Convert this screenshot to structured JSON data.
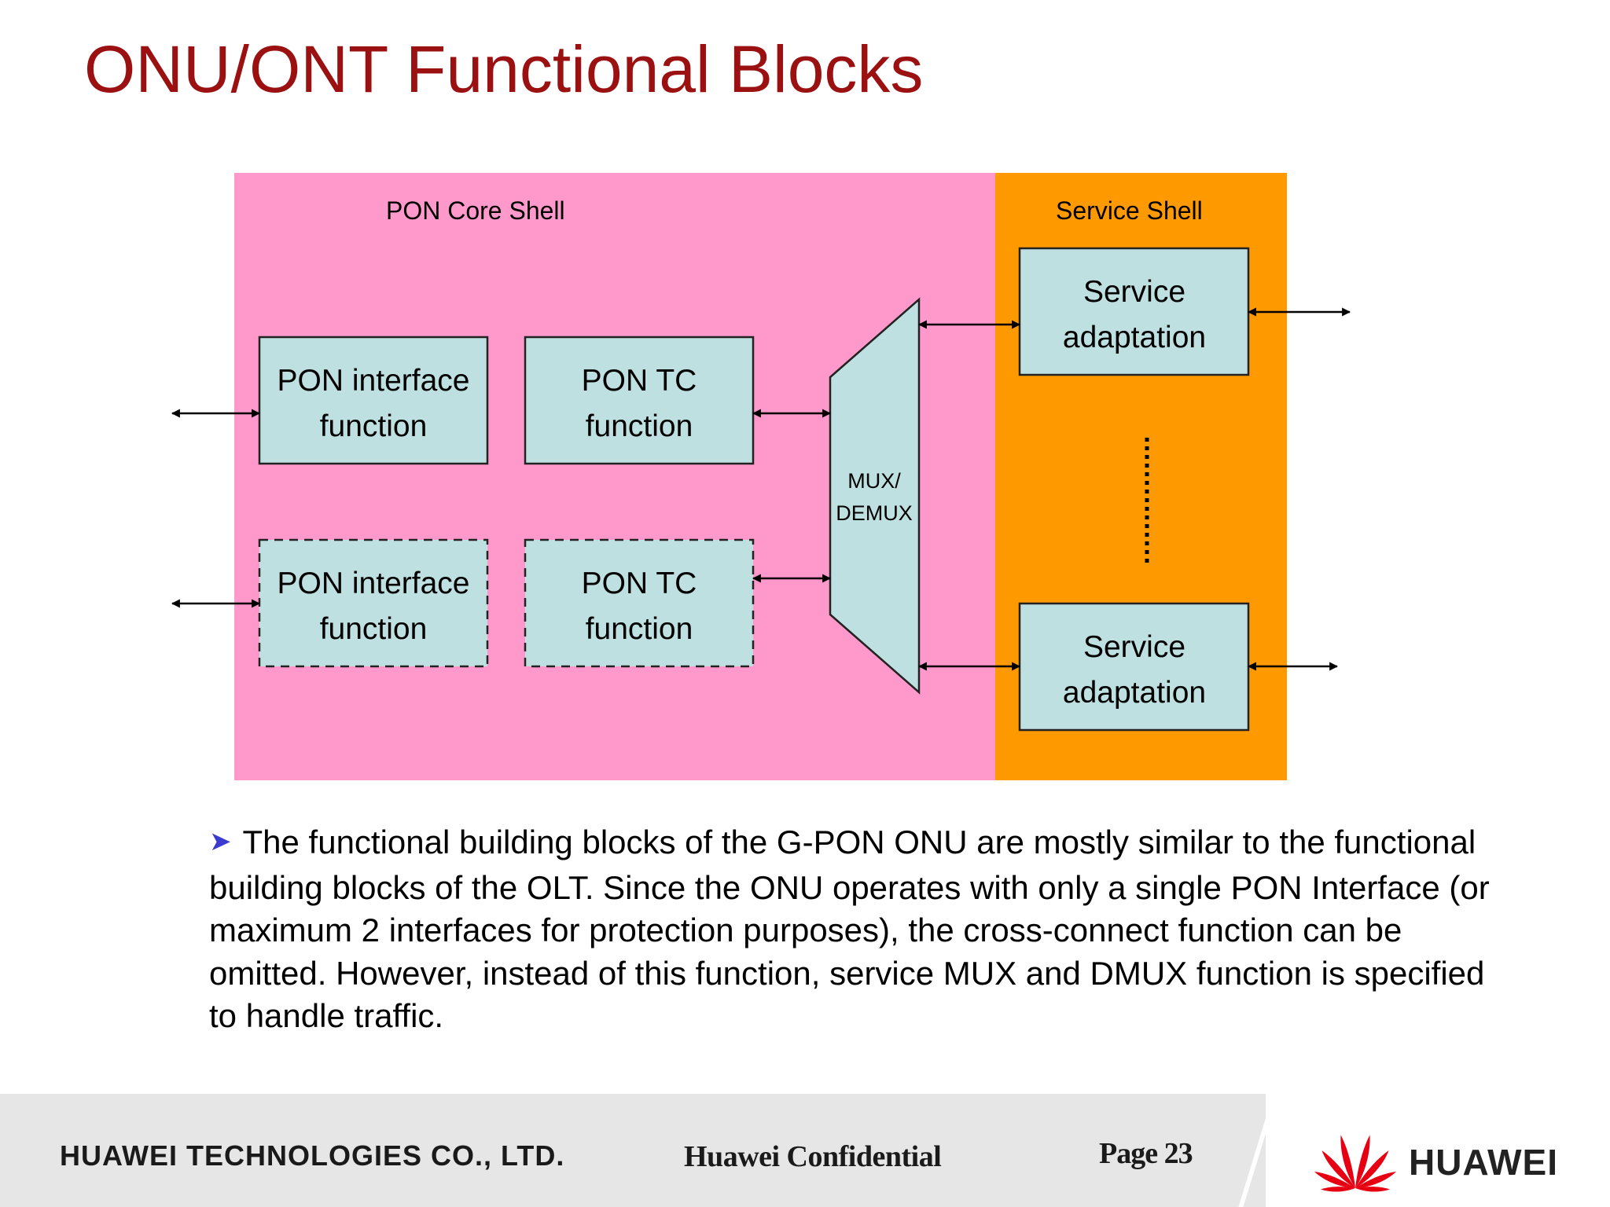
{
  "title": "ONU/ONT Functional Blocks",
  "diagram": {
    "pon_core_label": "PON Core Shell",
    "service_shell_label": "Service Shell",
    "pon_interface_1": {
      "line1": "PON interface",
      "line2": "function"
    },
    "pon_tc_1": {
      "line1": "PON TC",
      "line2": "function"
    },
    "pon_interface_2": {
      "line1": "PON interface",
      "line2": "function"
    },
    "pon_tc_2": {
      "line1": "PON TC",
      "line2": "function"
    },
    "mux": {
      "line1": "MUX/",
      "line2": "DEMUX"
    },
    "service_adaptation_1": {
      "line1": "Service",
      "line2": "adaptation"
    },
    "service_adaptation_2": {
      "line1": "Service",
      "line2": "adaptation"
    },
    "colors": {
      "pon_core_fill": "#ff99cc",
      "service_shell_fill": "#ff9900",
      "block_fill": "#bfe0e1"
    }
  },
  "bullet": "The functional building blocks of the G-PON ONU are mostly similar to the functional building blocks of the OLT. Since the ONU operates with only a single PON Interface (or maximum 2 interfaces for protection purposes), the cross-connect function can be omitted. However, instead of this function, service MUX and DMUX function is specified to handle traffic.",
  "footer": {
    "company": "HUAWEI TECHNOLOGIES CO., LTD.",
    "confidential": "Huawei Confidential",
    "page": "Page 23",
    "logo_text": "HUAWEI"
  }
}
